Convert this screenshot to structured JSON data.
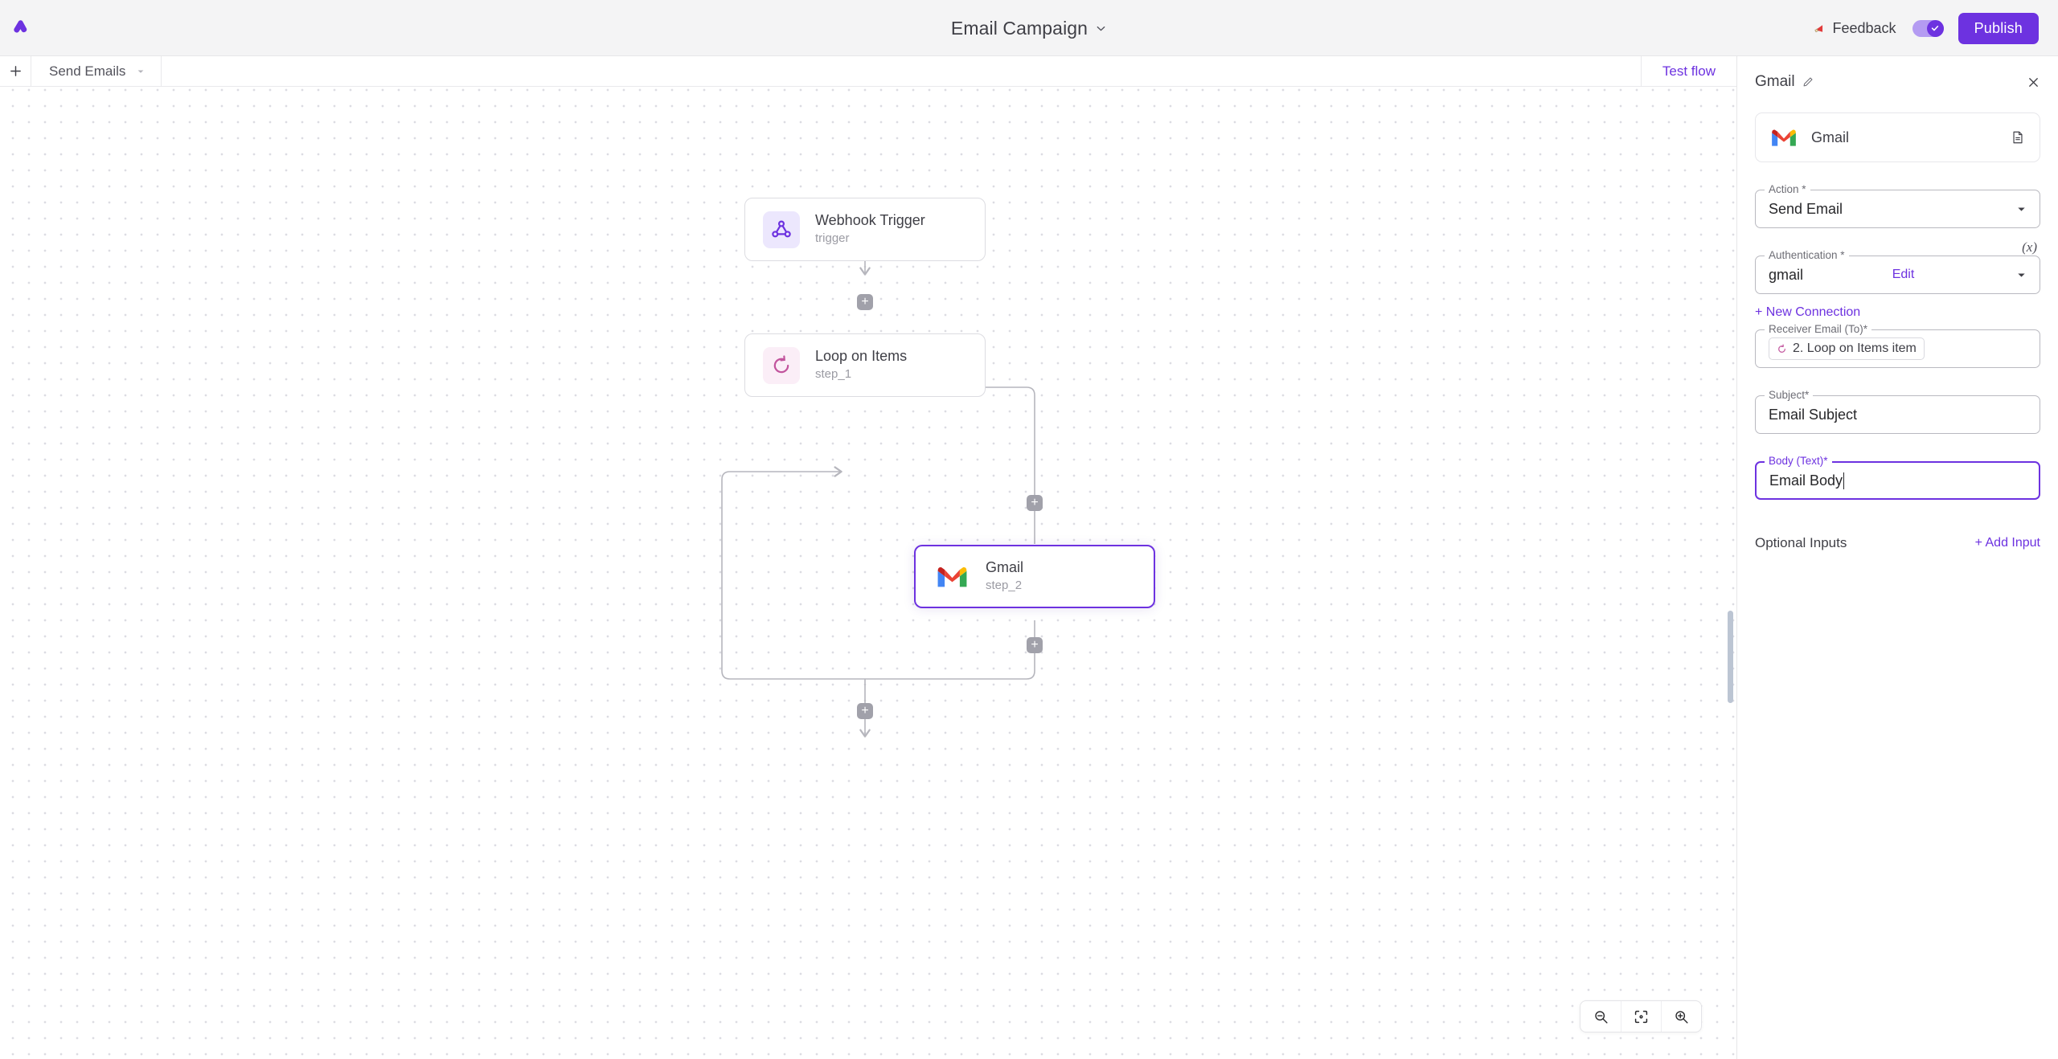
{
  "app": {
    "logo_name": "activepieces-logo",
    "accent_purple": "#6d32e0",
    "toggle_on_color": "#b49bf2",
    "loop_pink": "#c2549d",
    "webhook_purple": "#6d32e0"
  },
  "topbar": {
    "flow_title": "Email Campaign",
    "title_chevron_icon": "chevron-down-icon",
    "feedback_label": "Feedback",
    "feedback_icon": "megaphone-icon",
    "toggle_icon": "check-icon",
    "publish_label": "Publish"
  },
  "canvas": {
    "add_tab_icon": "plus-icon",
    "tab_label": "Send Emails",
    "tab_chevron_icon": "chevron-down-icon",
    "test_flow_label": "Test flow",
    "plus_label": "+",
    "nodes": [
      {
        "title": "Webhook Trigger",
        "subtitle": "trigger",
        "icon": "webhook-icon"
      },
      {
        "title": "Loop on Items",
        "subtitle": "step_1",
        "icon": "loop-icon"
      },
      {
        "title": "Gmail",
        "subtitle": "step_2",
        "icon": "gmail-icon"
      }
    ],
    "zoom_out_icon": "zoom-out-icon",
    "fit_icon": "fit-to-screen-icon",
    "zoom_in_icon": "zoom-in-icon"
  },
  "panel": {
    "title": "Gmail",
    "edit_icon": "pencil-icon",
    "close_icon": "close-icon",
    "piece": {
      "name": "Gmail",
      "icon": "gmail-icon",
      "doc_icon": "document-icon"
    },
    "fields": {
      "action": {
        "label": "Action *",
        "value": "Send Email",
        "arrow_icon": "chevron-down-icon"
      },
      "authentication": {
        "label": "Authentication *",
        "value": "gmail",
        "edit_label": "Edit",
        "arrow_icon": "chevron-down-icon",
        "variable_icon": "(x)"
      },
      "new_connection": "+ New Connection",
      "receiver": {
        "label": "Receiver Email (To)*",
        "chip_text": "2. Loop on Items item",
        "chip_icon": "loop-icon"
      },
      "subject": {
        "label": "Subject*",
        "value": "Email Subject"
      },
      "body": {
        "label": "Body (Text)*",
        "value": "Email Body",
        "focused": true
      }
    },
    "optional_inputs_label": "Optional Inputs",
    "add_input_label": "+ Add Input"
  }
}
